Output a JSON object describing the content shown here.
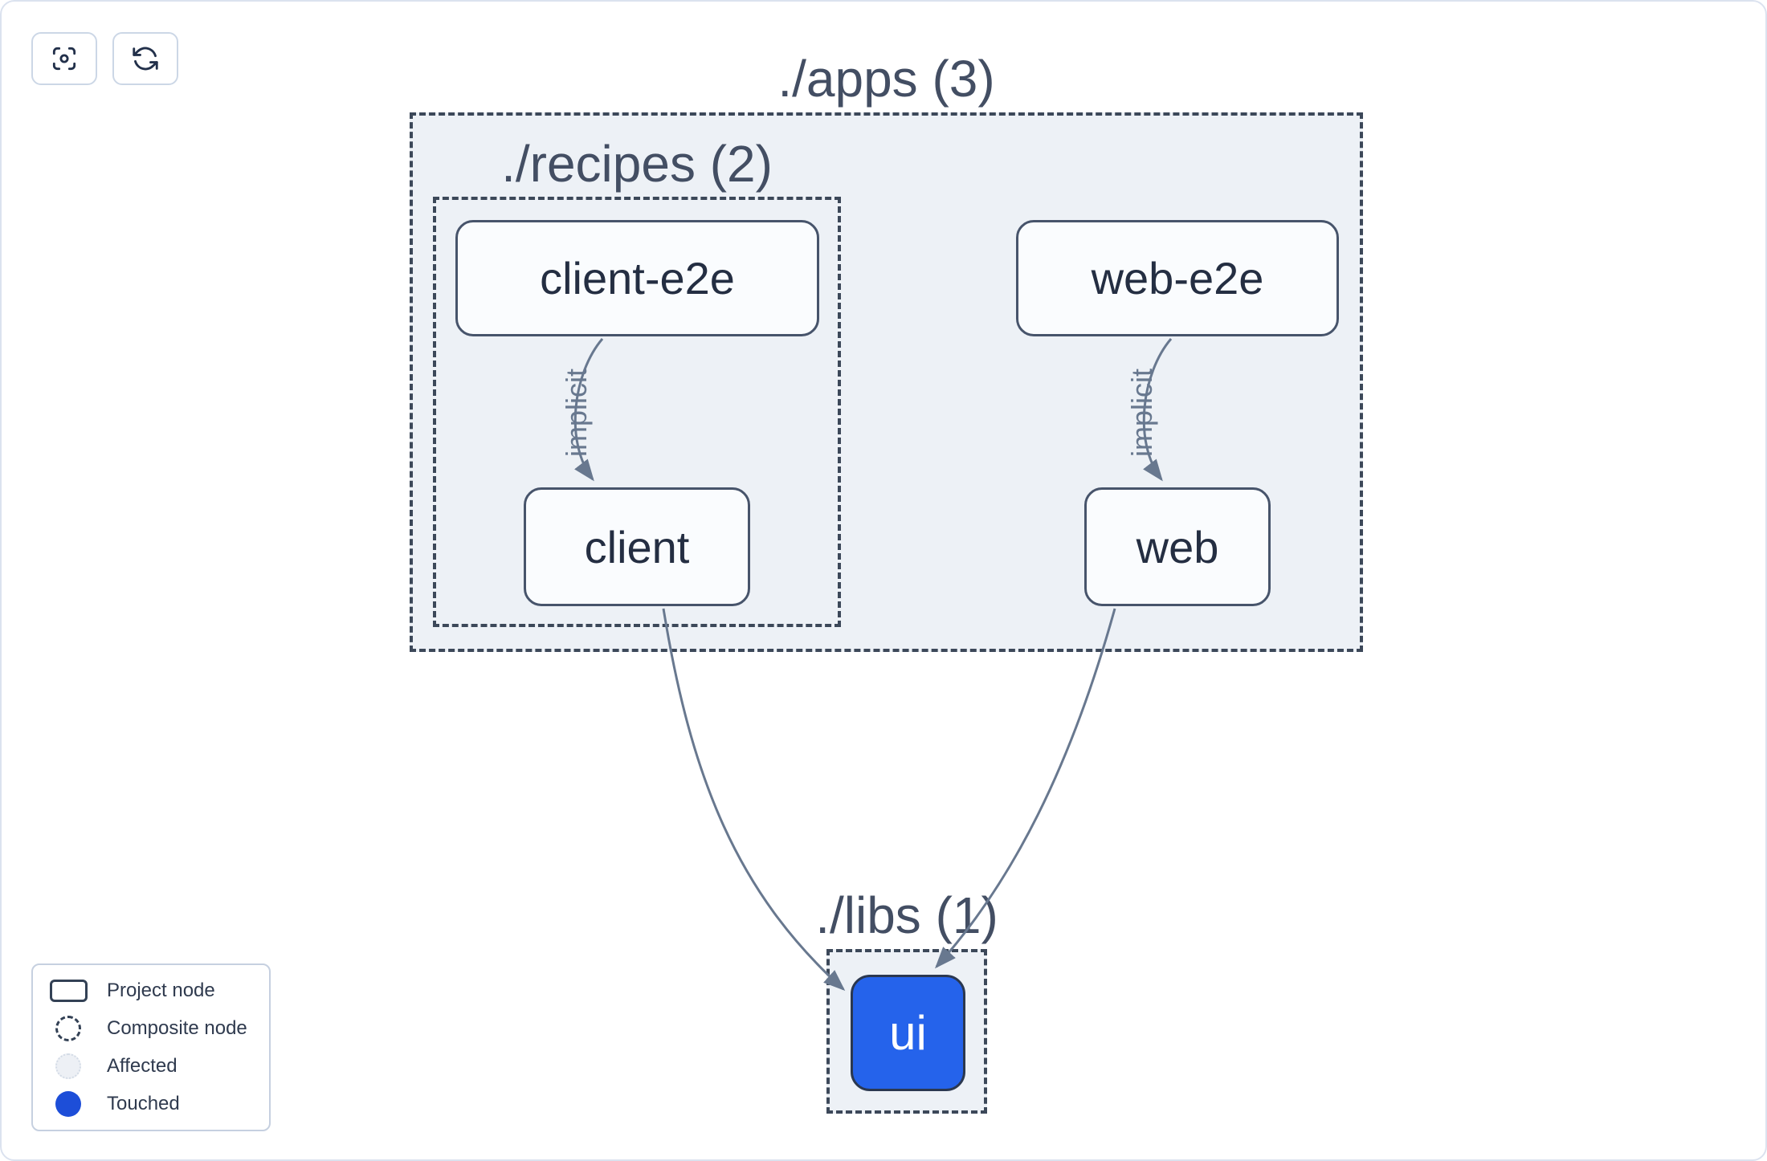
{
  "toolbar": {
    "focus_button": {
      "icon": "focus-icon",
      "title": ""
    },
    "refresh_button": {
      "icon": "refresh-icon",
      "title": ""
    }
  },
  "graph": {
    "composites": [
      {
        "id": "apps",
        "label": "./apps (3)"
      },
      {
        "id": "recipes",
        "label": "./recipes (2)"
      },
      {
        "id": "libs",
        "label": "./libs (1)"
      }
    ],
    "nodes": [
      {
        "id": "client-e2e",
        "label": "client-e2e",
        "state": "default"
      },
      {
        "id": "web-e2e",
        "label": "web-e2e",
        "state": "default"
      },
      {
        "id": "client",
        "label": "client",
        "state": "default"
      },
      {
        "id": "web",
        "label": "web",
        "state": "default"
      },
      {
        "id": "ui",
        "label": "ui",
        "state": "touched"
      }
    ],
    "edges": [
      {
        "source": "client-e2e",
        "target": "client",
        "label": "implicit"
      },
      {
        "source": "web-e2e",
        "target": "web",
        "label": "implicit"
      },
      {
        "source": "client",
        "target": "ui",
        "label": ""
      },
      {
        "source": "web",
        "target": "ui",
        "label": ""
      }
    ]
  },
  "legend": {
    "items": [
      {
        "icon": "project-node-icon",
        "label": "Project node"
      },
      {
        "icon": "composite-node-icon",
        "label": "Composite node"
      },
      {
        "icon": "affected-icon",
        "label": "Affected"
      },
      {
        "icon": "touched-icon",
        "label": "Touched"
      }
    ]
  },
  "colors": {
    "touched_blue": "#1d4ed8",
    "ui_node_blue": "#2563eb",
    "edge_gray": "#68788f",
    "composite_fill": "#edf1f6",
    "dashed_border": "#3c4859",
    "node_fill": "#fafcfe",
    "canvas_border": "#dbe2ef"
  }
}
